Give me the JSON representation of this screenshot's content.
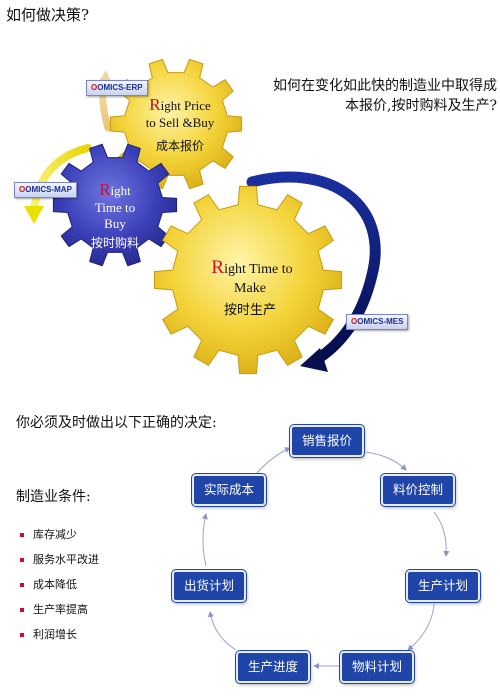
{
  "page": {
    "title": "如何做决策?",
    "question": "如何在变化如此快的制造业中取得成本报价,按时购料及生产?"
  },
  "gears": [
    {
      "cap": "R",
      "line1_rest": "ight Price",
      "line2": "to Sell &Buy",
      "chinese": "成本报价",
      "tag": "OMICS-ERP"
    },
    {
      "cap": "R",
      "line1_rest": "ight",
      "line2": "Time to",
      "line3": "Buy",
      "chinese": "按时购料",
      "tag": "OMICS-MAP"
    },
    {
      "cap": "R",
      "line1_rest": "ight Time to",
      "line2": "Make",
      "chinese": "按时生产",
      "tag": "OMICS-MES"
    }
  ],
  "decisions": {
    "heading": "你必须及时做出以下正确的决定:",
    "cycle": [
      "销售报价",
      "料价控制",
      "生产计划",
      "物料计划",
      "生产进度",
      "出货计划",
      "实际成本"
    ]
  },
  "conditions": {
    "heading": "制造业条件:",
    "items": [
      "库存减少",
      "服务水平改进",
      "成本降低",
      "生产率提高",
      "利润增长"
    ]
  },
  "colors": {
    "gear_yellow": "#f2d23a",
    "gear_blue": "#3a3fb7",
    "box_blue": "#1f45a8",
    "bullet_red": "#c8102e"
  }
}
